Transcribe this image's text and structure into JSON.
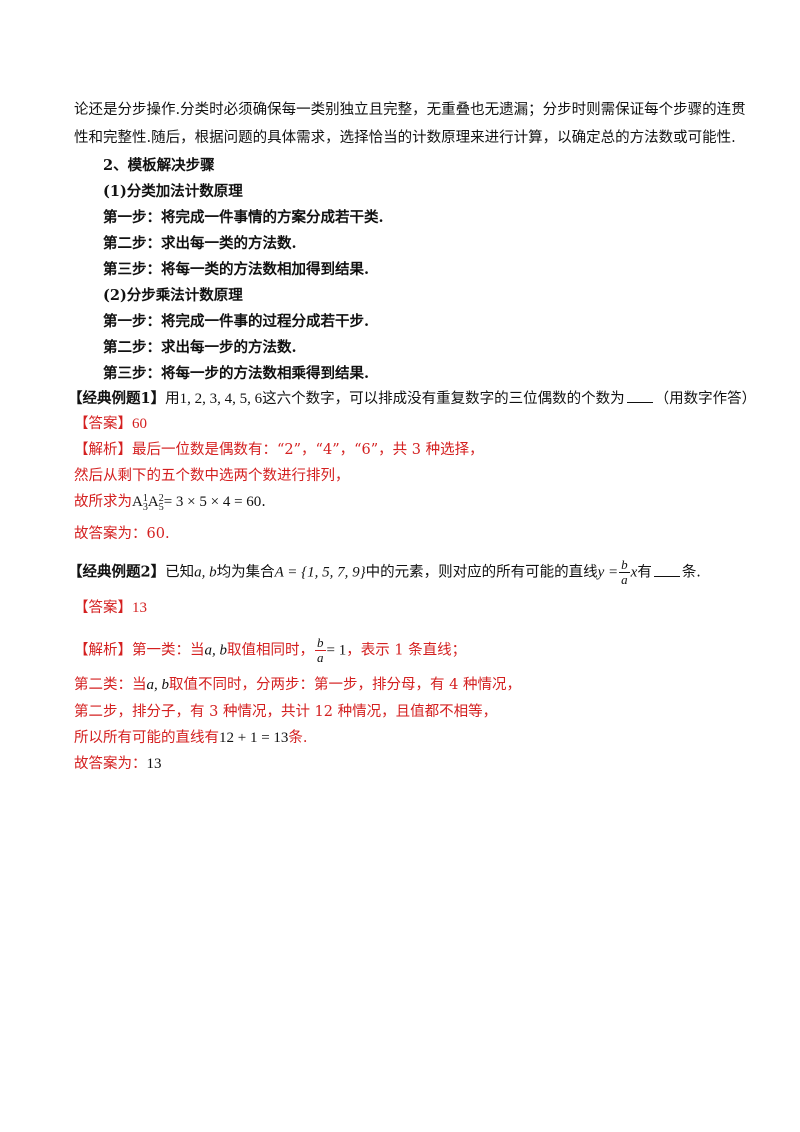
{
  "intro": {
    "line1": "论还是分步操作.分类时必须确保每一类别独立且完整，无重叠也无遗漏；分步时则需保证每个步骤的连贯",
    "line2": "性和完整性.随后，根据问题的具体需求，选择恰当的计数原理来进行计算，以确定总的方法数或可能性."
  },
  "template": {
    "heading": "2、模板解决步骤",
    "add": {
      "title": "(1)分类加法计数原理",
      "step1": "第一步：将完成一件事情的方案分成若干类.",
      "step2": "第二步：求出每一类的方法数.",
      "step3": "第三步：将每一类的方法数相加得到结果."
    },
    "mul": {
      "title": "(2)分步乘法计数原理",
      "step1": "第一步：将完成一件事的过程分成若干步.",
      "step2": "第二步：求出每一步的方法数.",
      "step3": "第三步：将每一步的方法数相乘得到结果."
    }
  },
  "ex1": {
    "tag": "【经典例题1】",
    "q_pre": "用",
    "digits": "1, 2, 3, 4, 5, 6",
    "q_post": "这六个数字，可以排成没有重复数字的三位偶数的个数为",
    "q_tail": "（用数字作答）",
    "ans_tag": "【答案】",
    "answer": "60",
    "sol_tag": "【解析】",
    "sol1": "最后一位数是偶数有：“2”，“4”，“6”，共 3 种选择，",
    "sol2": "然后从剩下的五个数中选两个数进行排列，",
    "sol3_pre": "故所求为",
    "sol3_expr": "= 3 × 5 × 4 = 60",
    "final": "故答案为：60."
  },
  "ex2": {
    "tag": "【经典例题2】",
    "q_pre": "已知",
    "vars": "a, b",
    "q_mid": "均为集合",
    "set": "A = {1, 5, 7, 9}",
    "q_post": "中的元素，则对应的所有可能的直线",
    "line_lhs": "y =",
    "frac_num": "b",
    "frac_den": "a",
    "line_x": "x",
    "q_end1": "有",
    "q_end2": "条.",
    "ans_tag": "【答案】",
    "answer": "13",
    "sol_tag": "【解析】",
    "sol1_pre": "第一类：当",
    "sol1_mid": "取值相同时，",
    "sol1_eq": "= 1",
    "sol1_post": "，表示 1 条直线；",
    "sol2_pre": "第二类：当",
    "sol2_post": "取值不同时，分两步：第一步，排分母，有 4 种情况，",
    "sol3": "第二步，排分子，有 3 种情况，共计 12 种情况，且值都不相等，",
    "sol4_pre": "所以所有可能的直线有",
    "sol4_expr": "12 + 1 = 13",
    "sol4_post": "条.",
    "final_pre": "故答案为：",
    "final_val": "13"
  }
}
